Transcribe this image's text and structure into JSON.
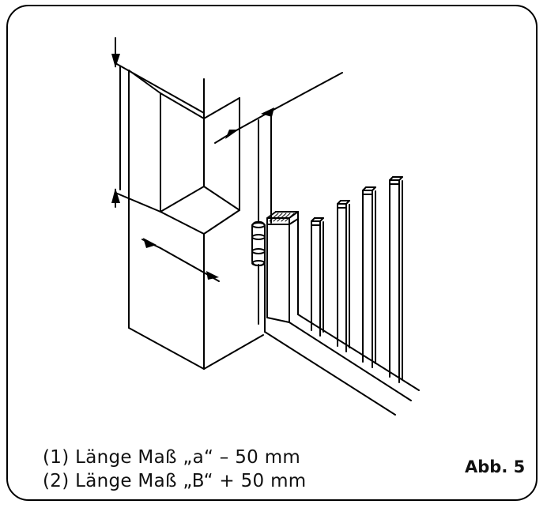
{
  "captions": {
    "line1": "(1) Länge Maß „a“ – 50 mm",
    "line2": "(2) Länge Maß „B“ + 50 mm"
  },
  "figure_label": "Abb. 5"
}
